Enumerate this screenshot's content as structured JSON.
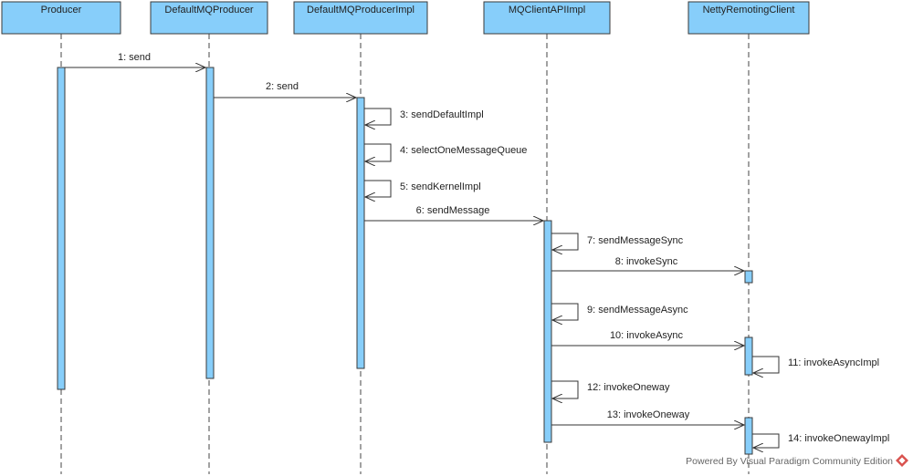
{
  "lifelines": [
    {
      "id": "producer",
      "label": "Producer"
    },
    {
      "id": "defaultMQProducer",
      "label": "DefaultMQProducer"
    },
    {
      "id": "defaultMQProducerImpl",
      "label": "DefaultMQProducerImpl"
    },
    {
      "id": "mqClientAPIImpl",
      "label": "MQClientAPIImpl"
    },
    {
      "id": "nettyRemotingClient",
      "label": "NettyRemotingClient"
    }
  ],
  "messages": [
    {
      "label": "1: send",
      "from": "producer",
      "to": "defaultMQProducer"
    },
    {
      "label": "2: send",
      "from": "defaultMQProducer",
      "to": "defaultMQProducerImpl"
    },
    {
      "label": "3: sendDefaultImpl",
      "from": "defaultMQProducerImpl",
      "to": "defaultMQProducerImpl"
    },
    {
      "label": "4: selectOneMessageQueue",
      "from": "defaultMQProducerImpl",
      "to": "defaultMQProducerImpl"
    },
    {
      "label": "5: sendKernelImpl",
      "from": "defaultMQProducerImpl",
      "to": "defaultMQProducerImpl"
    },
    {
      "label": "6: sendMessage",
      "from": "defaultMQProducerImpl",
      "to": "mqClientAPIImpl"
    },
    {
      "label": "7: sendMessageSync",
      "from": "mqClientAPIImpl",
      "to": "mqClientAPIImpl"
    },
    {
      "label": "8: invokeSync",
      "from": "mqClientAPIImpl",
      "to": "nettyRemotingClient"
    },
    {
      "label": "9: sendMessageAsync",
      "from": "mqClientAPIImpl",
      "to": "mqClientAPIImpl"
    },
    {
      "label": "10: invokeAsync",
      "from": "mqClientAPIImpl",
      "to": "nettyRemotingClient"
    },
    {
      "label": "11: invokeAsyncImpl",
      "from": "nettyRemotingClient",
      "to": "nettyRemotingClient"
    },
    {
      "label": "12: invokeOneway",
      "from": "mqClientAPIImpl",
      "to": "mqClientAPIImpl"
    },
    {
      "label": "13: invokeOneway",
      "from": "mqClientAPIImpl",
      "to": "nettyRemotingClient"
    },
    {
      "label": "14: invokeOnewayImpl",
      "from": "nettyRemotingClient",
      "to": "nettyRemotingClient"
    }
  ],
  "footer": {
    "text": "Powered By Visual Paradigm Community Edition",
    "logo_icon": "visual-paradigm-logo-icon",
    "logo_color": "#d9534f"
  },
  "colors": {
    "lifeline_fill": "#87cefa",
    "line": "#333333"
  }
}
